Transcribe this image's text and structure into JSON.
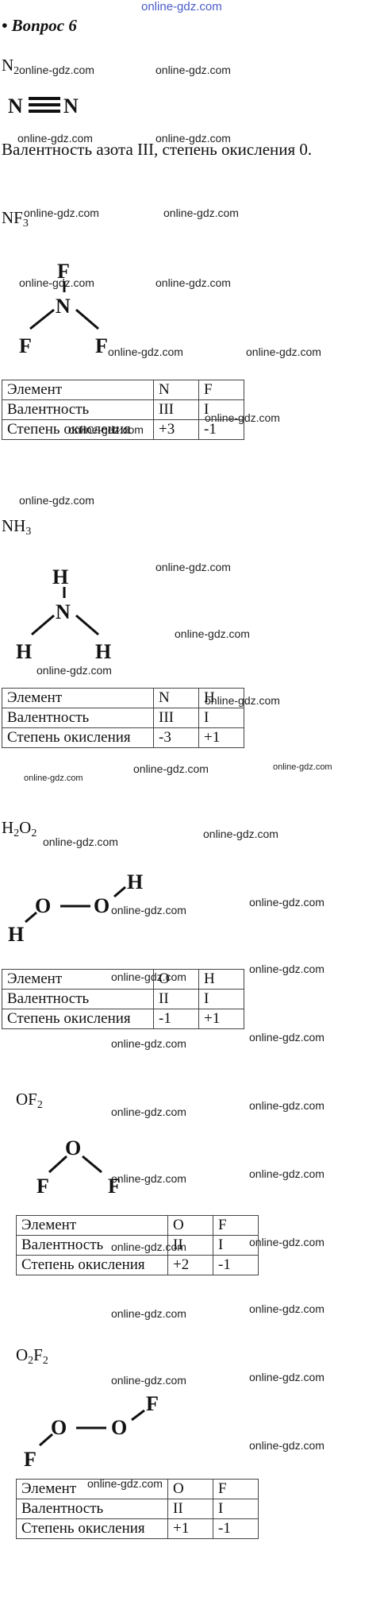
{
  "watermark": "online-gdz.com",
  "heading": "• Вопрос 6",
  "n2": {
    "formula_main": "N",
    "formula_sub": "2",
    "atom": "N",
    "text": "Валентность азота III, степень окисления 0."
  },
  "nf3": {
    "formula_main": "NF",
    "formula_sub": "3",
    "center": "N",
    "ligand": "F",
    "table": {
      "rows": [
        [
          "Элемент",
          "N",
          "F"
        ],
        [
          "Валентность",
          "III",
          "I"
        ],
        [
          "Степень окисления",
          "+3",
          "-1"
        ]
      ]
    }
  },
  "nh3": {
    "formula_main": "NH",
    "formula_sub": "3",
    "center": "N",
    "ligand": "H",
    "table": {
      "rows": [
        [
          "Элемент",
          "N",
          "H"
        ],
        [
          "Валентность",
          "III",
          "I"
        ],
        [
          "Степень окисления",
          "-3",
          "+1"
        ]
      ]
    }
  },
  "h2o2": {
    "formula_a": "H",
    "formula_a_sub": "2",
    "formula_b": "O",
    "formula_b_sub": "2",
    "atom_o": "O",
    "atom_h": "H",
    "table": {
      "rows": [
        [
          "Элемент",
          "O",
          "H"
        ],
        [
          "Валентность",
          "II",
          "I"
        ],
        [
          "Степень окисления",
          "-1",
          "+1"
        ]
      ]
    }
  },
  "of2": {
    "formula_main": "OF",
    "formula_sub": "2",
    "atom_o": "O",
    "atom_f": "F",
    "table": {
      "rows": [
        [
          "Элемент",
          "O",
          "F"
        ],
        [
          "Валентность",
          "II",
          "I"
        ],
        [
          "Степень окисления",
          "+2",
          "-1"
        ]
      ]
    }
  },
  "o2f2": {
    "formula_a": "O",
    "formula_a_sub": "2",
    "formula_b": "F",
    "formula_b_sub": "2",
    "atom_o": "O",
    "atom_f": "F",
    "table": {
      "rows": [
        [
          "Элемент",
          "O",
          "F"
        ],
        [
          "Валентность",
          "II",
          "I"
        ],
        [
          "Степень окисления",
          "+1",
          "-1"
        ]
      ]
    }
  }
}
